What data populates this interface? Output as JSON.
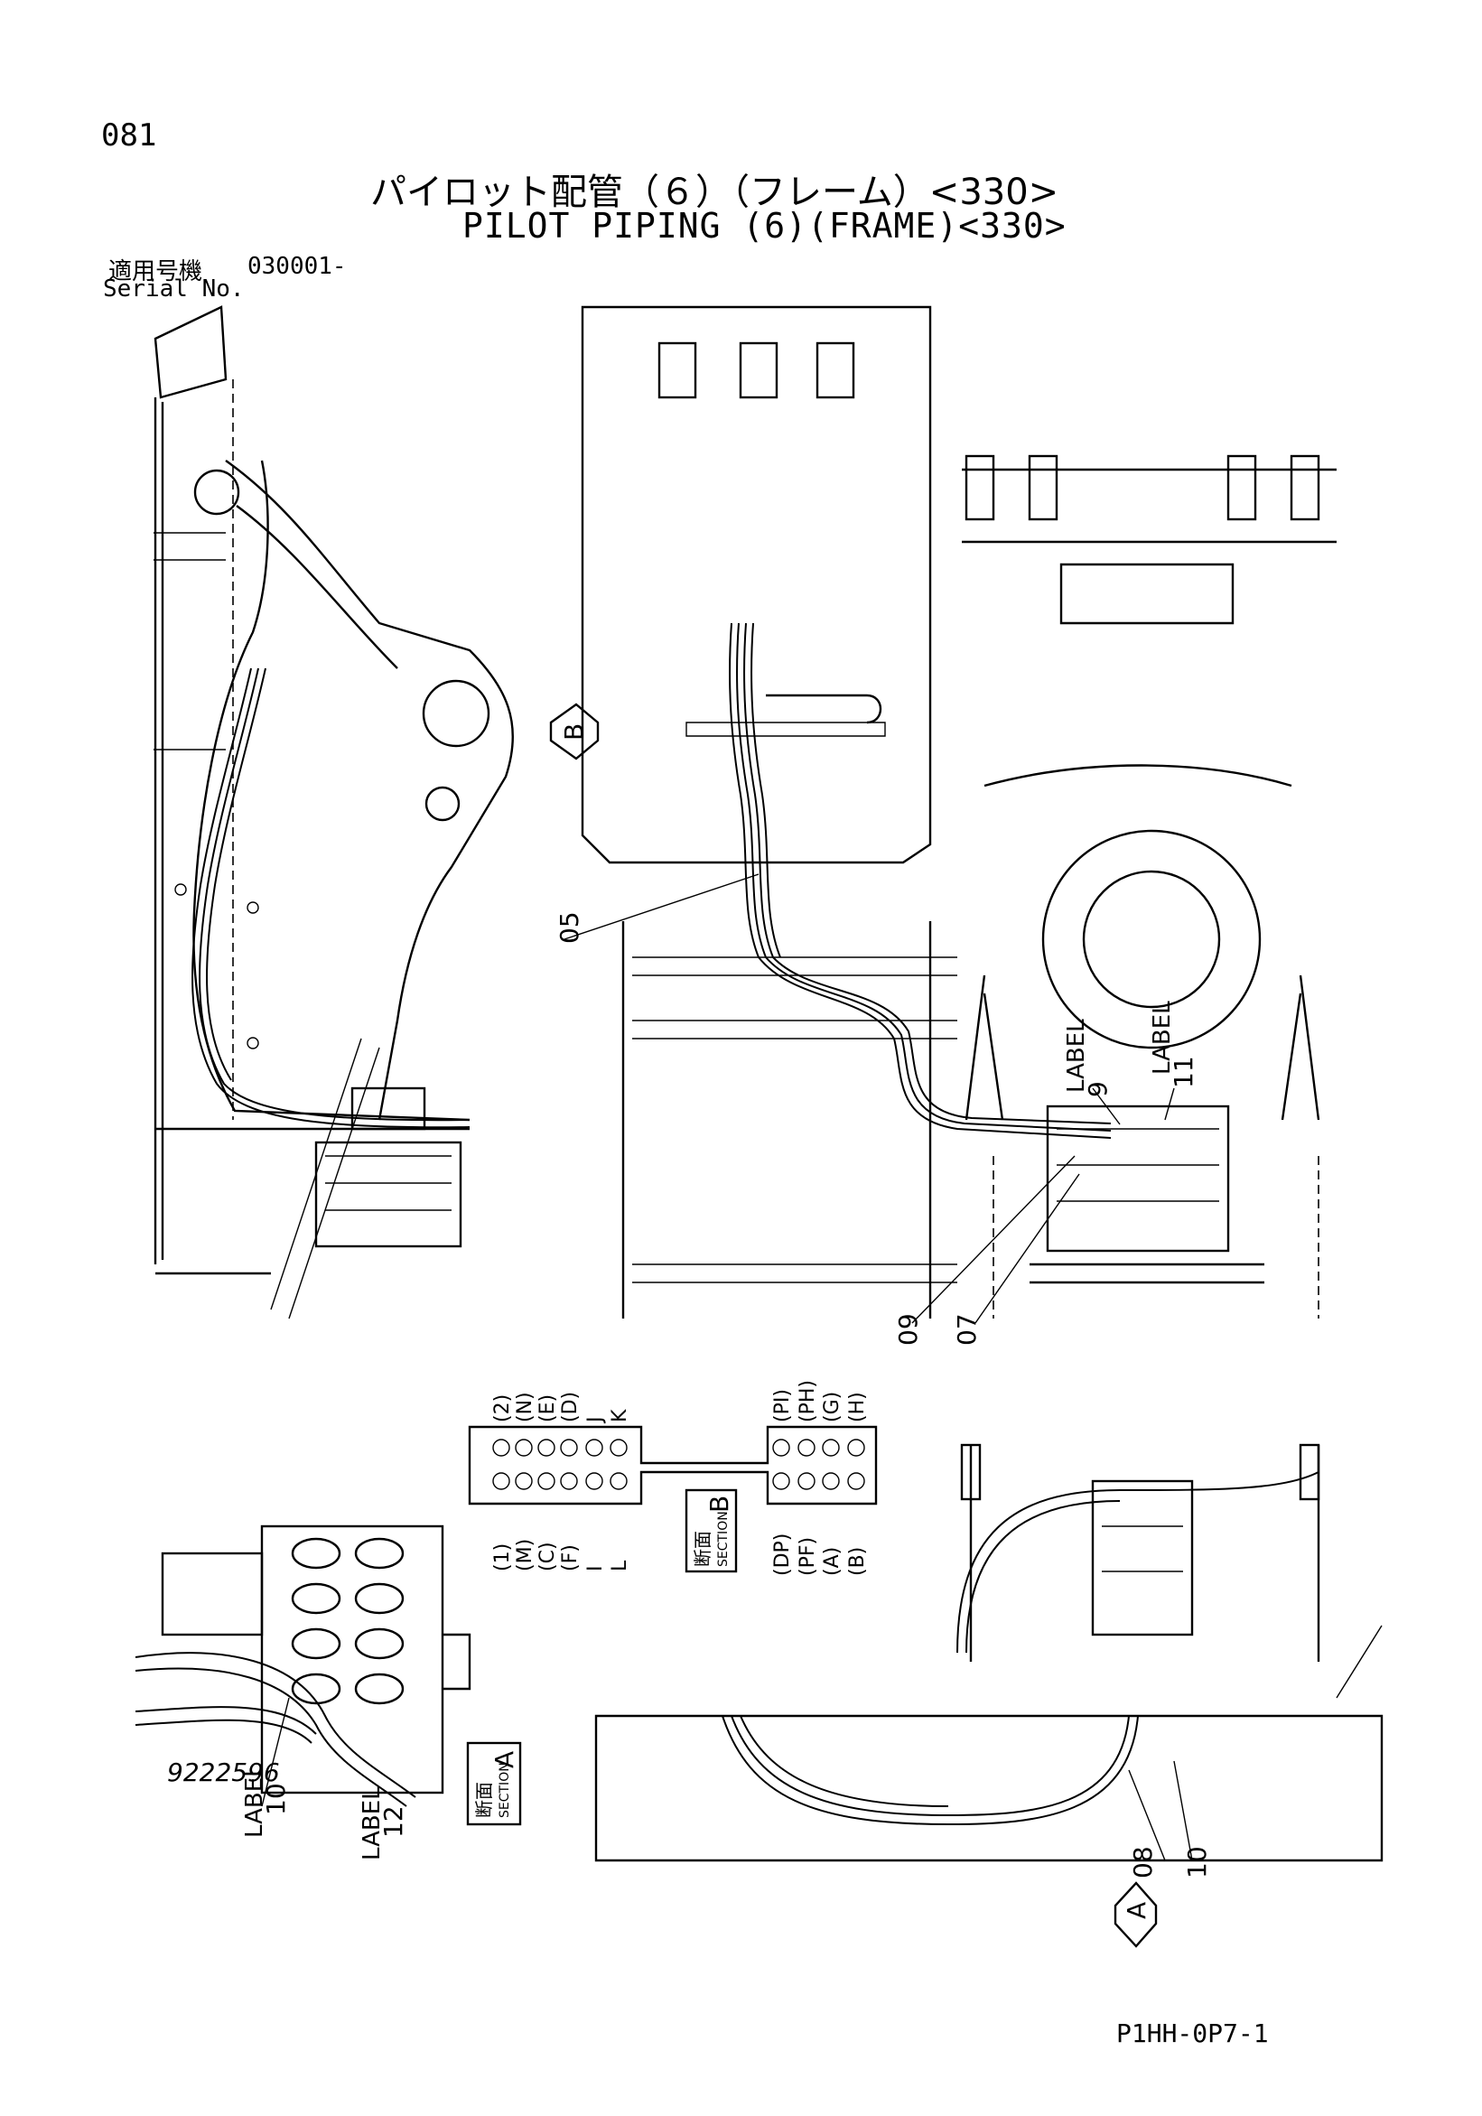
{
  "page_number": "081",
  "title_ja": "パイロット配管（６）（フレーム）<330>",
  "title_en": "PILOT PIPING (6)(FRAME)<330>",
  "serial": {
    "label_ja": "適用号機",
    "label_en": "Serial No.",
    "value": "030001-"
  },
  "drawing_number": "9222596",
  "page_code": "P1HH-0P7-1",
  "view_markers": {
    "b": "B",
    "a": "A"
  },
  "callouts": {
    "c05": "05",
    "c09": "09",
    "c07": "07",
    "c08": "08",
    "c10": "10",
    "c10a": "10",
    "c12": "12",
    "c9": "9",
    "c11": "11"
  },
  "labels": {
    "label_word": "LABEL"
  },
  "section_b": {
    "top_labels": [
      "(2)",
      "(N)",
      "(E)",
      "(D)",
      "J",
      "K"
    ],
    "bottom_labels": [
      "(1)",
      "(M)",
      "(C)",
      "(F)",
      "I",
      "L"
    ],
    "top_labels_right": [
      "(PI)",
      "(PH)",
      "(G)",
      "(H)"
    ],
    "bottom_labels_right": [
      "(DP)",
      "(PF)",
      "(A)",
      "(B)"
    ],
    "section_jp": "断面",
    "section_en": "SECTION",
    "letter": "B"
  },
  "section_a": {
    "section_jp": "断面",
    "section_en": "SECTION",
    "letter": "A"
  }
}
